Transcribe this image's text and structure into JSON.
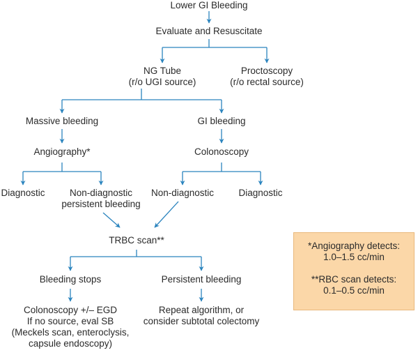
{
  "diagram": {
    "title": "Lower GI Bleeding",
    "colors": {
      "connector": "#2b84be",
      "text": "#2a2a2a",
      "note_fill": "#fbd7a8",
      "note_border": "#e9b87c"
    },
    "nodes": {
      "lower_gi_bleeding": [
        "Lower GI Bleeding"
      ],
      "evaluate": [
        "Evaluate and Resuscitate"
      ],
      "ng_tube": [
        "NG Tube",
        "(r/o UGI source)"
      ],
      "proctoscopy": [
        "Proctoscopy",
        "(r/o rectal source)"
      ],
      "massive_bleeding": [
        "Massive bleeding"
      ],
      "gi_bleeding": [
        "GI bleeding"
      ],
      "angiography": [
        "Angiography*"
      ],
      "colonoscopy": [
        "Colonoscopy"
      ],
      "angio_diagnostic": [
        "Diagnostic"
      ],
      "angio_nondiagnostic": [
        "Non-diagnostic",
        "persistent bleeding"
      ],
      "colo_nondiagnostic": [
        "Non-diagnostic"
      ],
      "colo_diagnostic": [
        "Diagnostic"
      ],
      "trbc_scan": [
        "TRBC scan**"
      ],
      "bleeding_stops": [
        "Bleeding stops"
      ],
      "persistent_bleeding": [
        "Persistent bleeding"
      ],
      "stops_action": [
        "Colonoscopy +/– EGD",
        "If no source, eval SB",
        "(Meckels scan, enteroclysis,",
        "capsule endoscopy)"
      ],
      "persistent_action": [
        "Repeat algorithm, or",
        "consider subtotal colectomy"
      ]
    },
    "note": {
      "angiography_label": "*Angiography detects:",
      "angiography_rate": "1.0–1.5 cc/min",
      "rbc_label": "**RBC scan detects:",
      "rbc_rate": "0.1–0.5 cc/min"
    }
  }
}
